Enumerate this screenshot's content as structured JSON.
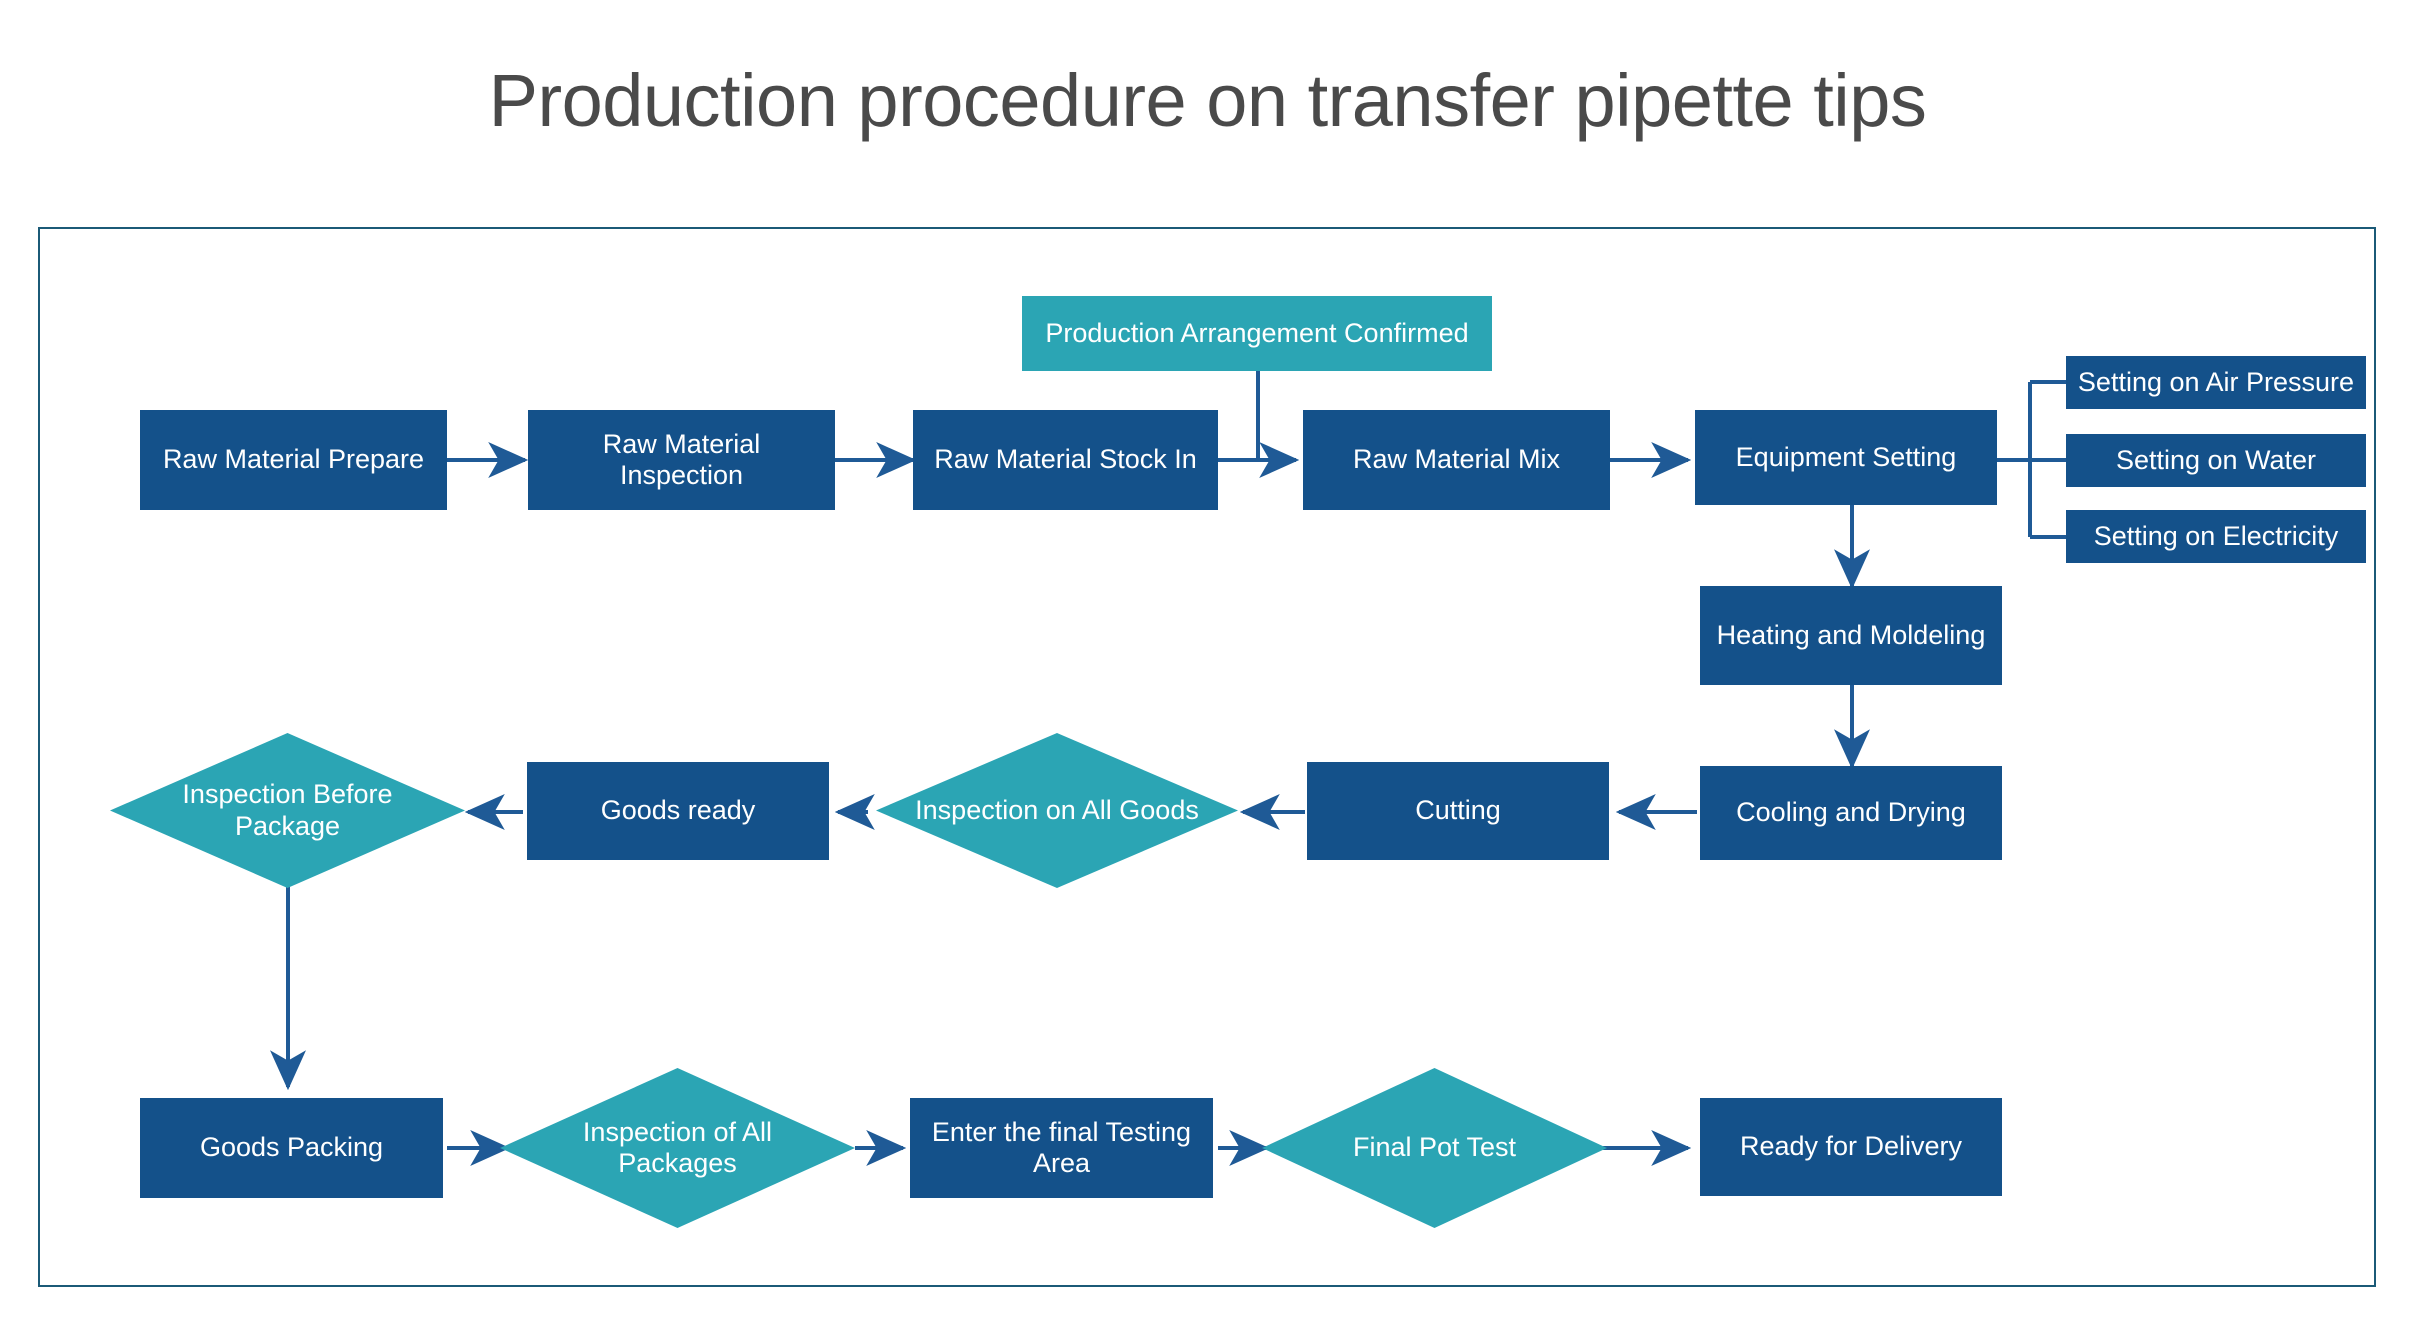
{
  "title": "Production procedure on transfer pipette tips",
  "colors": {
    "process_fill": "#14518a",
    "decision_fill": "#2ba5b4",
    "teal_fill": "#2ba5b4",
    "connector": "#1f5a96",
    "frame_border": "#1b5a77",
    "title_text": "#4a4a4a",
    "node_text": "#ffffff",
    "page_background": "#ffffff"
  },
  "flow": {
    "row1": {
      "trigger": {
        "label": "Production Arrangement Confirmed",
        "shape": "rectangle",
        "style": "teal"
      },
      "steps": [
        {
          "label": "Raw Material Prepare",
          "shape": "rectangle",
          "style": "process"
        },
        {
          "label": "Raw Material Inspection",
          "shape": "rectangle",
          "style": "process"
        },
        {
          "label": "Raw Material Stock In",
          "shape": "rectangle",
          "style": "process"
        },
        {
          "label": "Raw Material Mix",
          "shape": "rectangle",
          "style": "process"
        },
        {
          "label": "Equipment Setting",
          "shape": "rectangle",
          "style": "process"
        }
      ],
      "equipment_settings": [
        {
          "label": "Setting on Air Pressure",
          "shape": "rectangle",
          "style": "process"
        },
        {
          "label": "Setting on Water",
          "shape": "rectangle",
          "style": "process"
        },
        {
          "label": "Setting on Electricity",
          "shape": "rectangle",
          "style": "process"
        }
      ]
    },
    "row1b": {
      "steps": [
        {
          "label": "Heating and Moldeling",
          "shape": "rectangle",
          "style": "process"
        }
      ]
    },
    "row2": {
      "steps": [
        {
          "label": "Cooling and Drying",
          "shape": "rectangle",
          "style": "process"
        },
        {
          "label": "Cutting",
          "shape": "rectangle",
          "style": "process"
        },
        {
          "label": "Inspection on All Goods",
          "shape": "diamond",
          "style": "decision"
        },
        {
          "label": "Goods ready",
          "shape": "rectangle",
          "style": "process"
        },
        {
          "label": "Inspection Before Package",
          "shape": "diamond",
          "style": "decision"
        }
      ]
    },
    "row3": {
      "steps": [
        {
          "label": "Goods Packing",
          "shape": "rectangle",
          "style": "process"
        },
        {
          "label": "Inspection of All Packages",
          "shape": "diamond",
          "style": "decision"
        },
        {
          "label": "Enter the final Testing Area",
          "shape": "rectangle",
          "style": "process"
        },
        {
          "label": "Final Pot Test",
          "shape": "diamond",
          "style": "decision"
        },
        {
          "label": "Ready for Delivery",
          "shape": "rectangle",
          "style": "process"
        }
      ]
    }
  }
}
